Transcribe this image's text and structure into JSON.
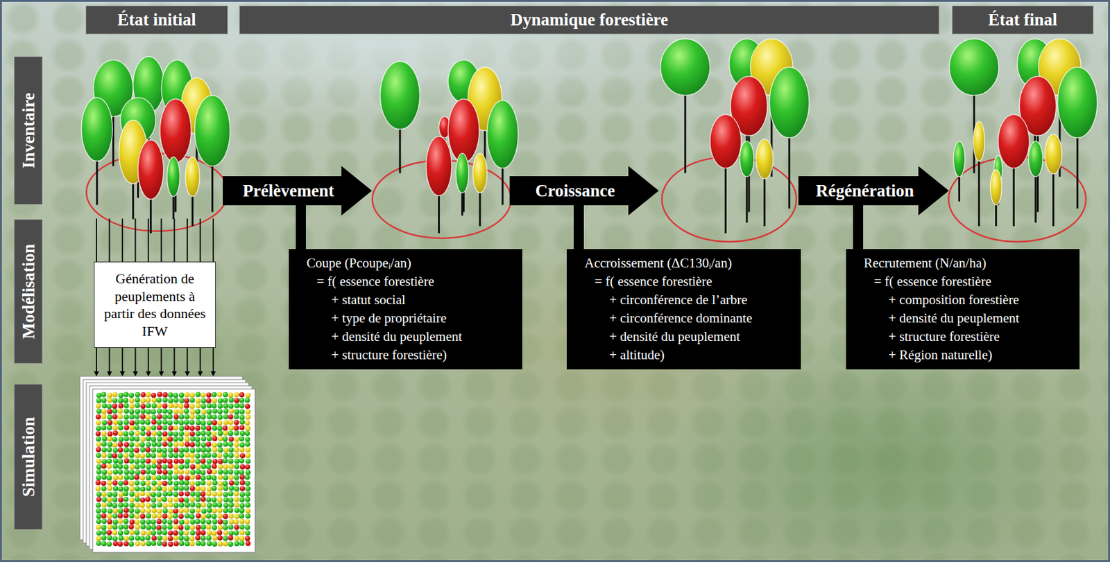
{
  "diagram": {
    "nodes": [
      {
        "text": [
          "État initial"
        ]
      },
      {
        "text": [
          "Dynamique forestière"
        ]
      },
      {
        "text": [
          "État final"
        ]
      },
      {
        "text": [
          "Inventaire"
        ]
      },
      {
        "text": [
          "Modélisation"
        ]
      },
      {
        "text": [
          "Simulation"
        ]
      },
      {
        "text": [
          "Prélèvement"
        ]
      },
      {
        "text": [
          "Croissance"
        ]
      },
      {
        "text": [
          "Régénération"
        ]
      },
      {
        "text": [
          "Génération de peuplements à partir des données IFW"
        ]
      },
      {
        "text": [
          "Coupe (Pcoupeᵢ/an)",
          "= f( essence forestière",
          "+ statut social",
          "+ type de propriétaire",
          "+ densité du peuplement",
          "+ structure forestière)"
        ]
      },
      {
        "text": [
          "Accroissement (ΔC130ᵢ/an)",
          "= f( essence forestière",
          "+ circonférence de l’arbre",
          "+ circonférence dominante",
          "+ densité du peuplement",
          "+ altitude)"
        ]
      },
      {
        "text": [
          "Recrutement (N/an/ha)",
          "= f( essence forestière",
          "+ composition forestière",
          "+ densité du peuplement",
          "+ structure forestière",
          "+ Région naturelle)"
        ]
      }
    ],
    "edges": [
      {
        "from": 6,
        "to": 10,
        "arrow": "none"
      },
      {
        "from": 7,
        "to": 11,
        "arrow": "none"
      },
      {
        "from": 8,
        "to": 12,
        "arrow": "none"
      }
    ]
  }
}
